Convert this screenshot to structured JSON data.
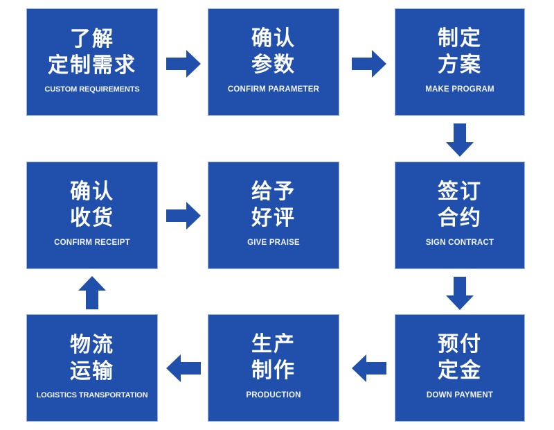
{
  "diagram": {
    "type": "process-flowchart",
    "title": "",
    "layout": {
      "columns": 3,
      "rows": 3,
      "flow": "serpentine"
    },
    "colors": {
      "node_fill": "#2050ac",
      "node_text": "#ffffff",
      "arrow_fill": "#2050ac",
      "background": "#ffffff"
    },
    "nodes": [
      {
        "id": "step-1",
        "cn_line1": "了解",
        "cn_line2": "定制需求",
        "en": "CUSTOM REQUIREMENTS"
      },
      {
        "id": "step-2",
        "cn_line1": "确认",
        "cn_line2": "参数",
        "en": "CONFIRM PARAMETER"
      },
      {
        "id": "step-3",
        "cn_line1": "制定",
        "cn_line2": "方案",
        "en": "MAKE PROGRAM"
      },
      {
        "id": "step-4",
        "cn_line1": "签订",
        "cn_line2": "合约",
        "en": "SIGN CONTRACT"
      },
      {
        "id": "step-5",
        "cn_line1": "预付",
        "cn_line2": "定金",
        "en": "DOWN PAYMENT"
      },
      {
        "id": "step-6",
        "cn_line1": "生产",
        "cn_line2": "制作",
        "en": "PRODUCTION"
      },
      {
        "id": "step-7",
        "cn_line1": "物流",
        "cn_line2": "运输",
        "en": "LOGISTICS TRANSPORTATION"
      },
      {
        "id": "step-8",
        "cn_line1": "确认",
        "cn_line2": "收货",
        "en": "CONFIRM RECEIPT"
      },
      {
        "id": "step-9",
        "cn_line1": "给予",
        "cn_line2": "好评",
        "en": "GIVE PRAISE"
      }
    ],
    "arrows": [
      {
        "id": "arrow-1",
        "from": "step-1",
        "to": "step-2",
        "direction": "right"
      },
      {
        "id": "arrow-2",
        "from": "step-2",
        "to": "step-3",
        "direction": "right"
      },
      {
        "id": "arrow-3",
        "from": "step-3",
        "to": "step-4",
        "direction": "down"
      },
      {
        "id": "arrow-4",
        "from": "step-4",
        "to": "step-5",
        "direction": "down"
      },
      {
        "id": "arrow-5",
        "from": "step-5",
        "to": "step-6",
        "direction": "left"
      },
      {
        "id": "arrow-6",
        "from": "step-6",
        "to": "step-7",
        "direction": "left"
      },
      {
        "id": "arrow-7",
        "from": "step-7",
        "to": "step-8",
        "direction": "up"
      },
      {
        "id": "arrow-8",
        "from": "step-8",
        "to": "step-9",
        "direction": "right"
      }
    ]
  }
}
